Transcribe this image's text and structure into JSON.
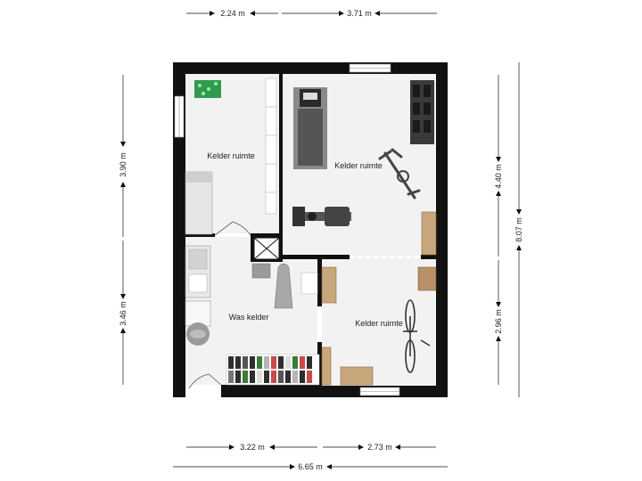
{
  "rooms": [
    {
      "name": "Kelder ruimte"
    },
    {
      "name": "Kelder ruimte"
    },
    {
      "name": "Was kelder"
    },
    {
      "name": "Kelder ruimte"
    }
  ],
  "dimensions": {
    "top_left": "2.24 m",
    "top_right": "3.71 m",
    "left_upper": "3.90 m",
    "left_lower": "3.46 m",
    "right_upper": "4.40 m",
    "right_lower": "2.96 m",
    "right_total": "8.07 m",
    "bottom_left": "3.22 m",
    "bottom_right": "2.73 m",
    "bottom_total": "6.65 m"
  },
  "colors": {
    "wall": "#111111",
    "floor": "#f2f2f2",
    "wood": "#c9a77c",
    "green": "#2e9b4e"
  }
}
